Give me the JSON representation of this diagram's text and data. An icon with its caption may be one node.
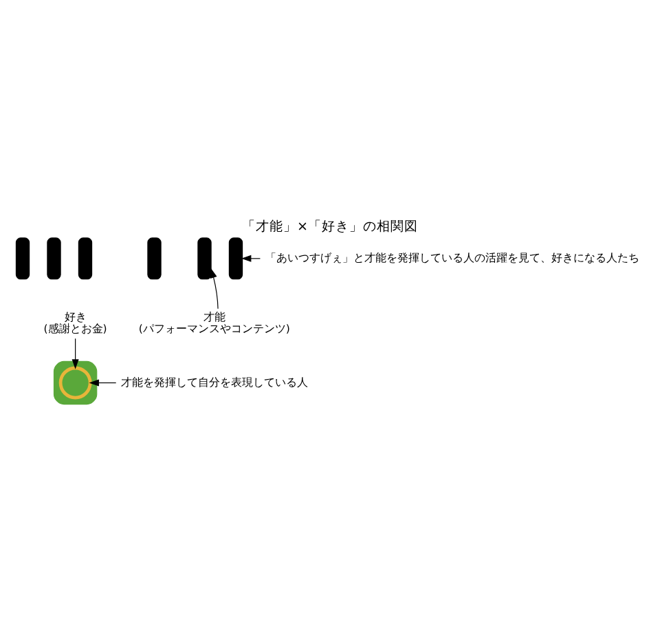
{
  "diagram": {
    "title": "「才能」×「好き」の相関図",
    "nodes": [
      {
        "text": [],
        "shape": "person"
      },
      {
        "text": [],
        "shape": "person"
      },
      {
        "text": [],
        "shape": "person"
      },
      {
        "text": [],
        "shape": "person"
      },
      {
        "text": [],
        "shape": "person"
      },
      {
        "text": [],
        "shape": "person"
      },
      {
        "text": [
          "「あいつすげぇ」と才能を発揮している人の活躍を見て、好きになる人たち"
        ]
      },
      {
        "text": [
          "好き",
          "(感謝とお金)"
        ]
      },
      {
        "text": [
          "才能",
          "(パフォーマンスやコンテンツ)"
        ]
      },
      {
        "text": [],
        "shape": "ellipse"
      },
      {
        "text": [],
        "shape": "cyclist",
        "in": 9
      },
      {
        "text": [
          "才能を発揮して自分を表現している人"
        ]
      }
    ],
    "edges": [
      {
        "from": 6,
        "to": 5,
        "arrow": "to"
      },
      {
        "from": 7,
        "to": 10,
        "arrow": "to"
      },
      {
        "from": 8,
        "to": 4,
        "arrow": "to"
      },
      {
        "from": 11,
        "to": 10,
        "arrow": "to"
      }
    ]
  }
}
